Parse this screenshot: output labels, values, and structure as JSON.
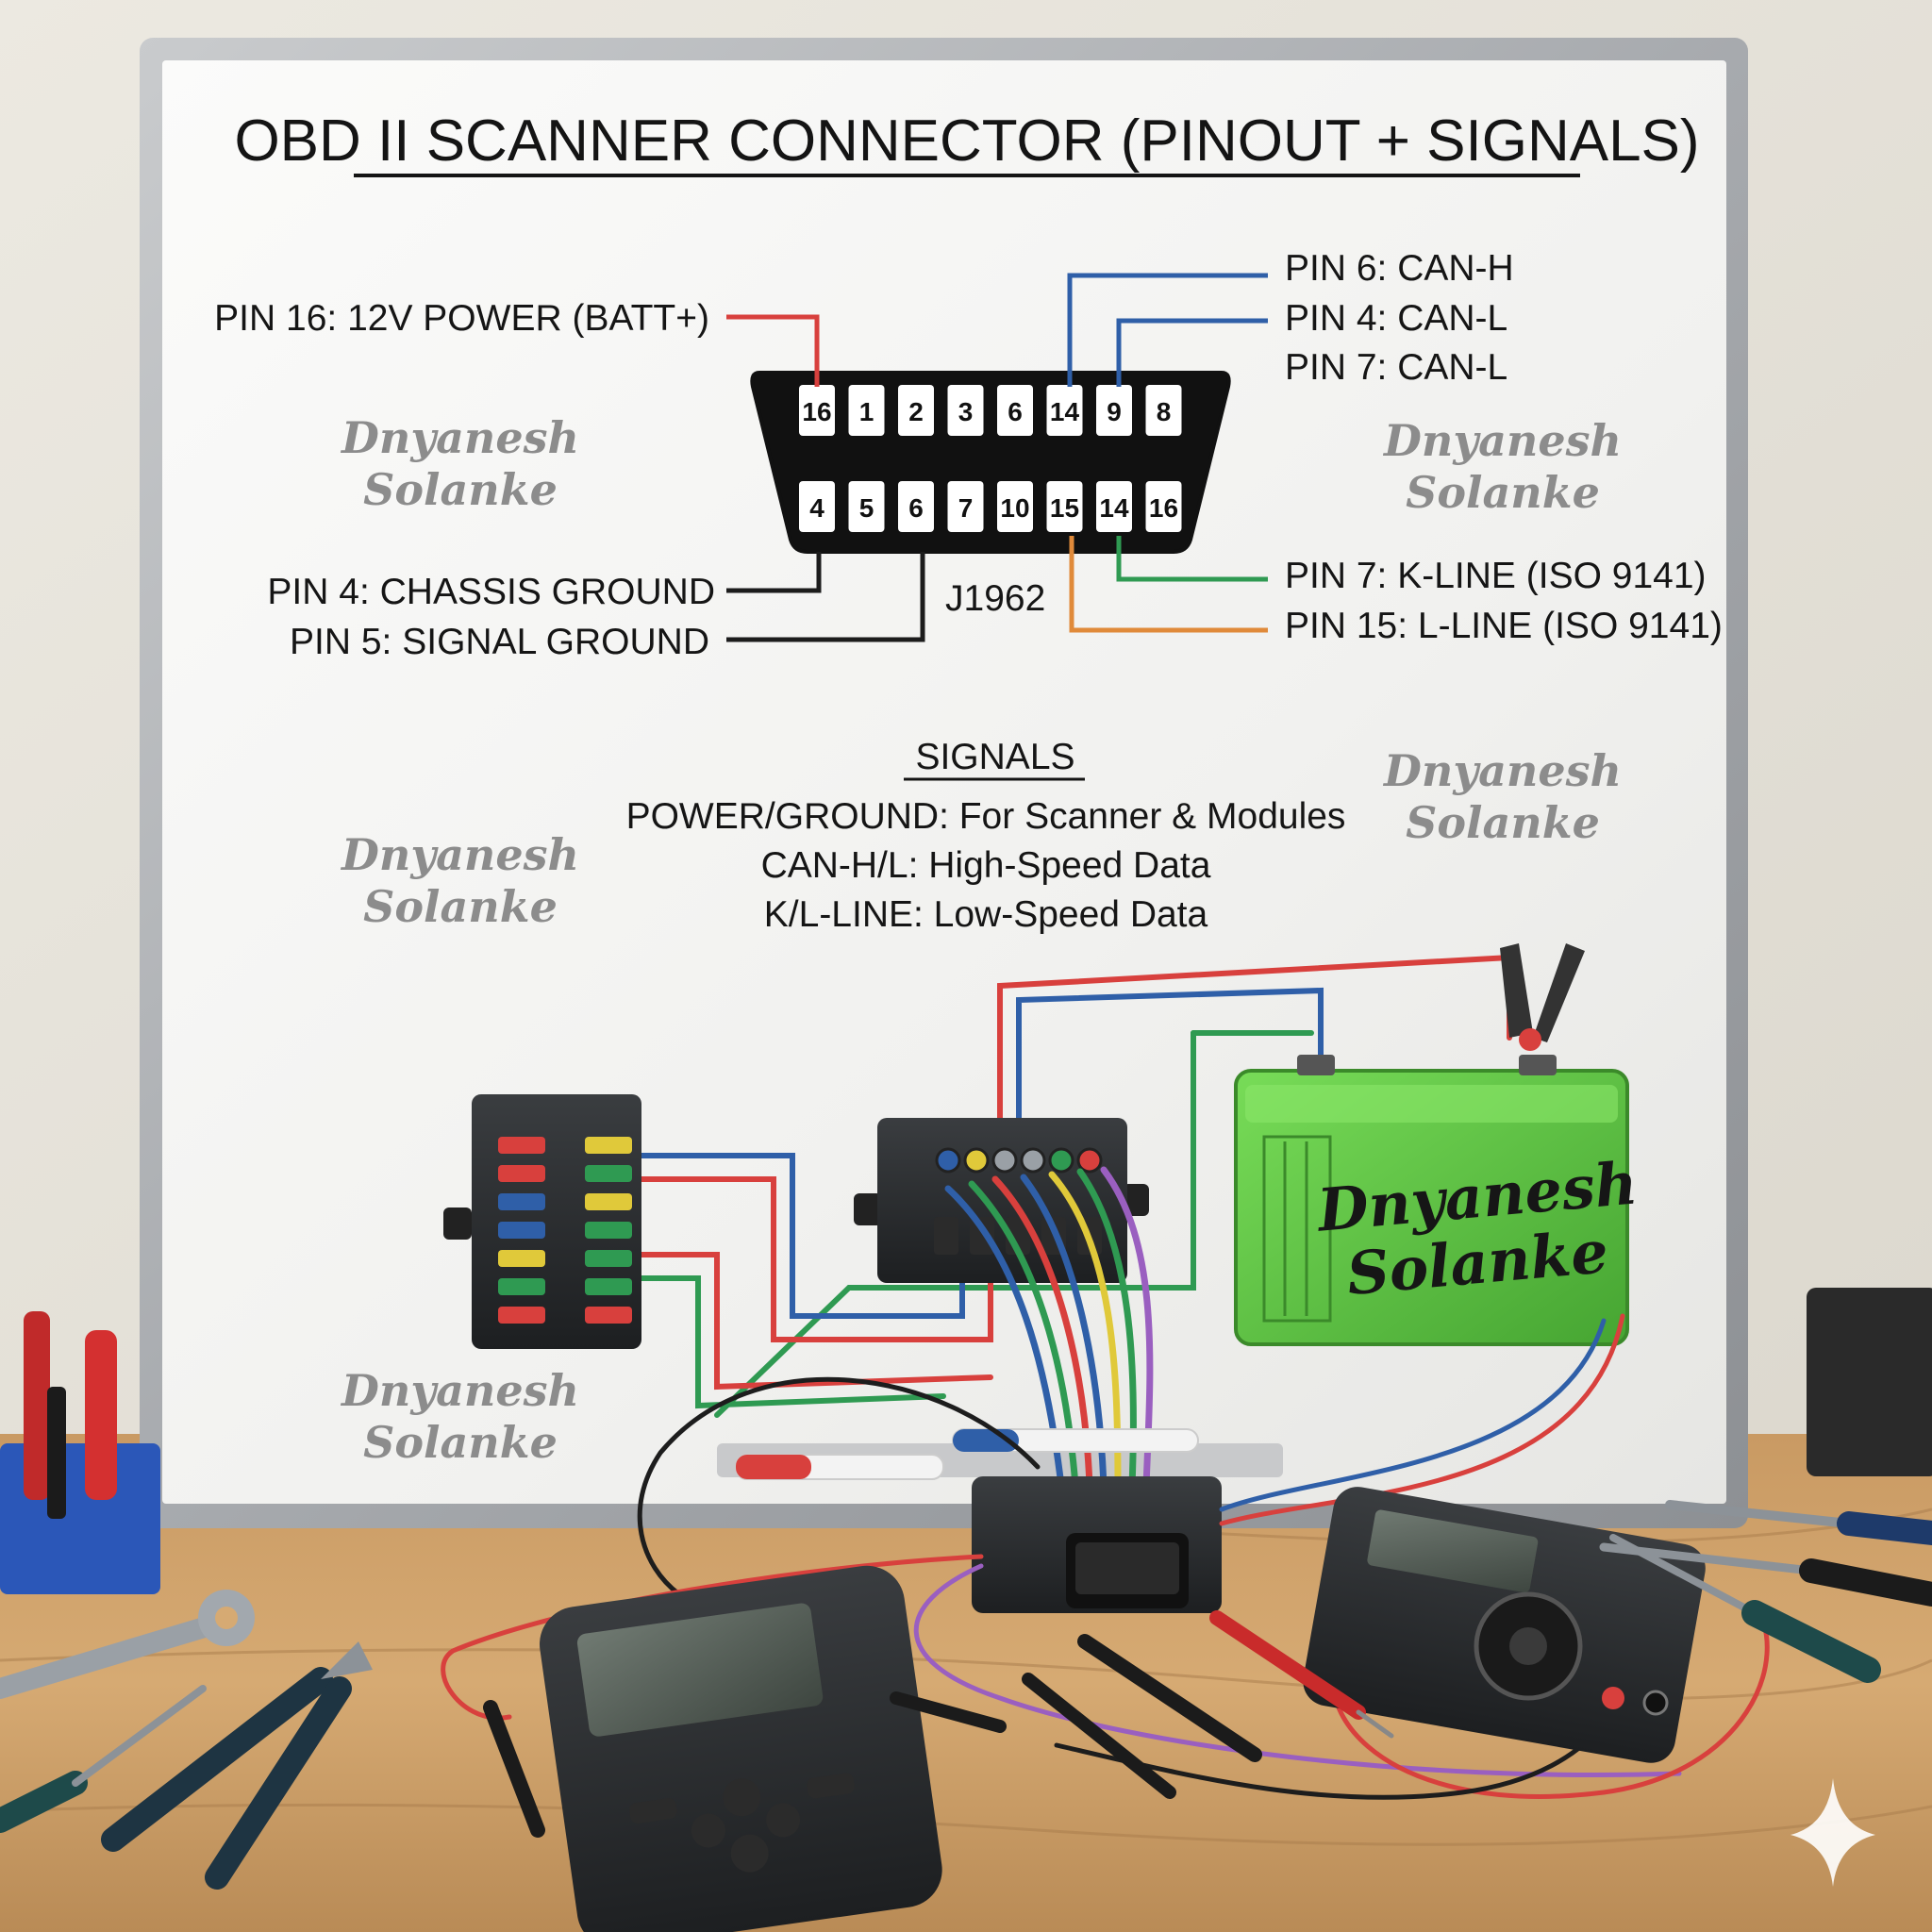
{
  "diagram": {
    "title": "OBD II SCANNER CONNECTOR (PINOUT + SIGNALS)",
    "connector_label": "J1962",
    "top_row_pins": [
      "16",
      "1",
      "2",
      "3",
      "6",
      "14",
      "9",
      "8"
    ],
    "bottom_row_pins": [
      "4",
      "5",
      "6",
      "7",
      "10",
      "15",
      "14",
      "16"
    ],
    "left_labels": [
      {
        "text": "PIN 16: 12V POWER (BATT+)",
        "color": "#d8403d"
      },
      {
        "text": "PIN 4: CHASSIS GROUND",
        "color": "#1c1c1c"
      },
      {
        "text": "PIN 5: SIGNAL GROUND",
        "color": "#1c1c1c"
      }
    ],
    "right_labels": [
      {
        "text": "PIN 6: CAN-H",
        "color": "#2f5fa8"
      },
      {
        "text": "PIN 4: CAN-L",
        "color": "#2f5fa8"
      },
      {
        "text": "PIN 7: CAN-L",
        "color": ""
      },
      {
        "text": "PIN 7: K-LINE (ISO 9141)",
        "color": "#2f9a52"
      },
      {
        "text": "PIN 15: L-LINE (ISO 9141)",
        "color": "#e08a3a"
      }
    ],
    "signals": {
      "heading": "SIGNALS",
      "lines": [
        "POWER/GROUND: For Scanner & Modules",
        "CAN-H/L: High-Speed Data",
        "K/L-LINE: Low-Speed Data"
      ]
    },
    "watermark": [
      "Dnyanesh",
      "Solanke"
    ]
  },
  "colors": {
    "power_red": "#d8403d",
    "can_blue": "#2f5fa8",
    "kline_green": "#2f9a52",
    "lline_orange": "#e08a3a",
    "battery_green": "#5fc843",
    "ground_black": "#1c1c1c"
  },
  "icons": [
    "obd-connector-icon",
    "fuse-box-icon",
    "junction-box-icon",
    "battery-icon",
    "alligator-clip-icon",
    "scanner-icon",
    "multimeter-icon",
    "obd-plug-icon",
    "marker-icon",
    "wrench-icon",
    "pliers-icon",
    "screwdriver-icon",
    "spark-icon"
  ]
}
